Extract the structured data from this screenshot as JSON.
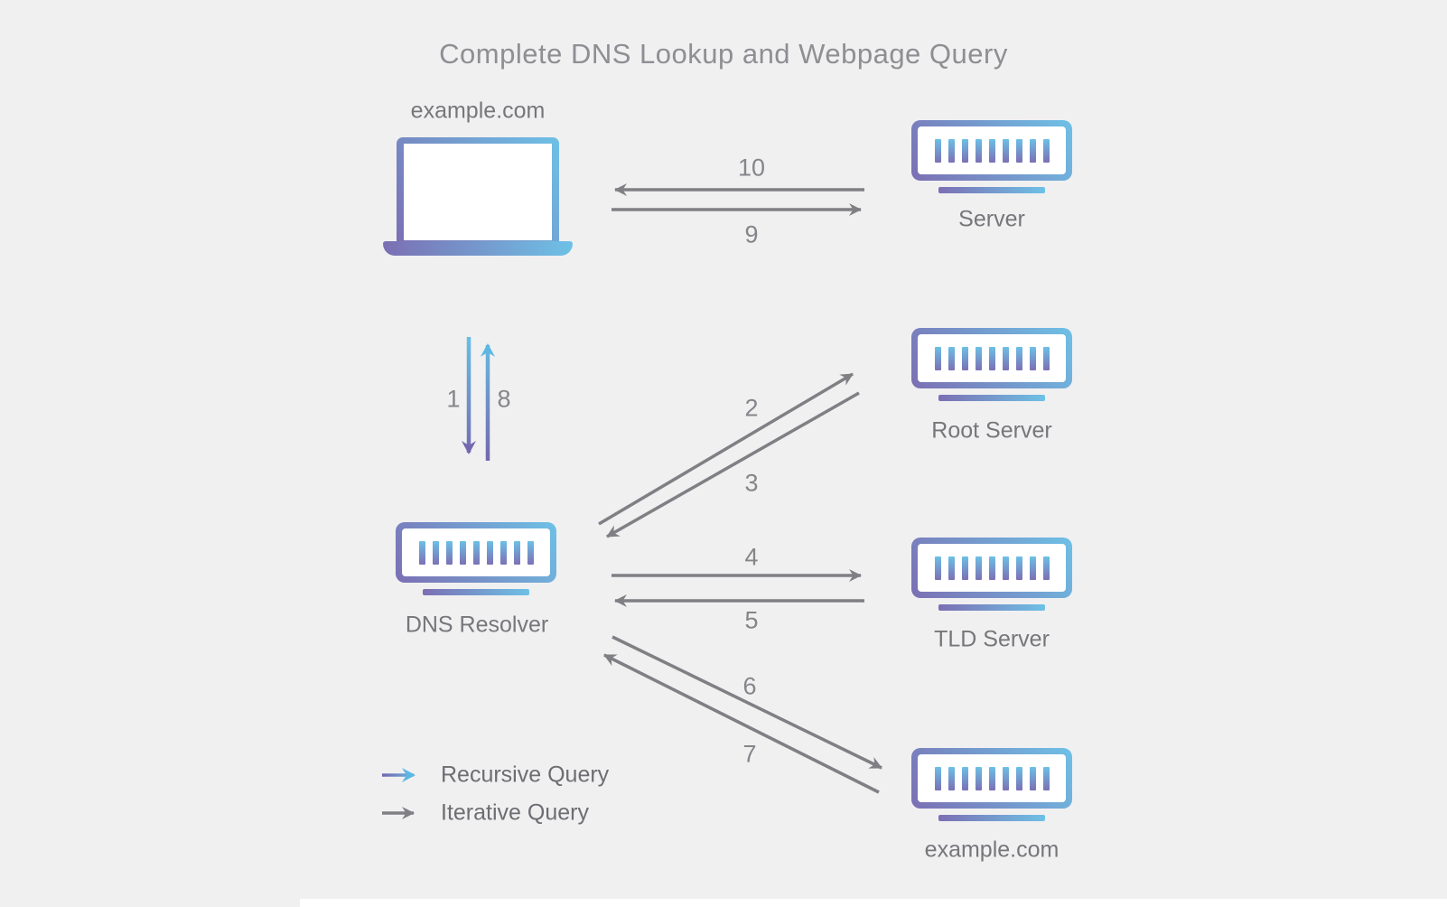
{
  "title": "Complete DNS Lookup and Webpage Query",
  "nodes": {
    "client": {
      "label": "example.com",
      "icon": "laptop-icon"
    },
    "web_server": {
      "label": "Server",
      "icon": "server-icon"
    },
    "root_server": {
      "label": "Root Server",
      "icon": "server-icon"
    },
    "tld_server": {
      "label": "TLD Server",
      "icon": "server-icon"
    },
    "auth_server": {
      "label": "example.com",
      "icon": "server-icon"
    },
    "dns_resolver": {
      "label": "DNS Resolver",
      "icon": "server-icon"
    }
  },
  "edges": [
    {
      "step": "1",
      "from": "client",
      "to": "dns_resolver",
      "type": "recursive"
    },
    {
      "step": "2",
      "from": "dns_resolver",
      "to": "root_server",
      "type": "iterative"
    },
    {
      "step": "3",
      "from": "root_server",
      "to": "dns_resolver",
      "type": "iterative"
    },
    {
      "step": "4",
      "from": "dns_resolver",
      "to": "tld_server",
      "type": "iterative"
    },
    {
      "step": "5",
      "from": "tld_server",
      "to": "dns_resolver",
      "type": "iterative"
    },
    {
      "step": "6",
      "from": "dns_resolver",
      "to": "auth_server",
      "type": "iterative"
    },
    {
      "step": "7",
      "from": "auth_server",
      "to": "dns_resolver",
      "type": "iterative"
    },
    {
      "step": "8",
      "from": "dns_resolver",
      "to": "client",
      "type": "recursive"
    },
    {
      "step": "9",
      "from": "client",
      "to": "web_server",
      "type": "iterative"
    },
    {
      "step": "10",
      "from": "web_server",
      "to": "client",
      "type": "iterative"
    }
  ],
  "legend": {
    "recursive_label": "Recursive Query",
    "iterative_label": "Iterative Query"
  },
  "colors": {
    "background": "#f0f0f1",
    "iterative_arrow": "#7f7f84",
    "recursive_gradient_purple": "#7467ae",
    "recursive_gradient_blue": "#68bee6",
    "title_text": "#8e8e93",
    "node_label_text": "#76767b",
    "step_number_text": "#85858a"
  }
}
